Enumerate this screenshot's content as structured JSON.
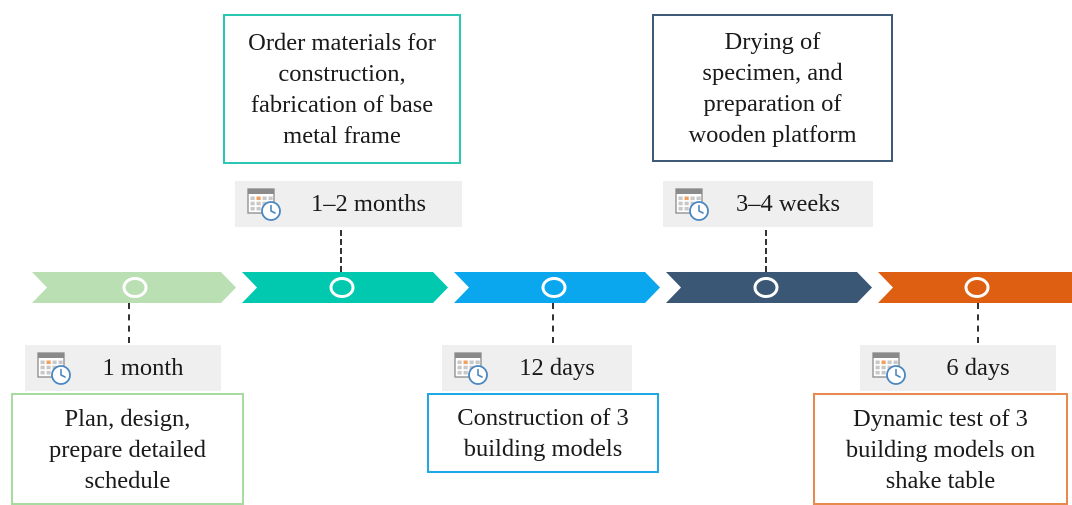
{
  "stages": [
    {
      "id": "plan",
      "color": "#b9dfb3",
      "position": "below",
      "duration": "1 month",
      "description": "Plan, design,\nprepare detailed\nschedule",
      "border_color": "#a8dba0"
    },
    {
      "id": "order",
      "color": "#00c9b0",
      "position": "above",
      "duration": "1–2 months",
      "description": "Order materials for\nconstruction,\nfabrication of base\nmetal frame",
      "border_color": "#2cc7b3"
    },
    {
      "id": "construction",
      "color": "#0aa6ee",
      "position": "below",
      "duration": "12 days",
      "description": "Construction of 3\nbuilding models",
      "border_color": "#1ea8e6"
    },
    {
      "id": "drying",
      "color": "#3a5876",
      "position": "above",
      "duration": "3–4 weeks",
      "description": "Drying of\nspecimen, and\npreparation of\nwooden platform",
      "border_color": "#3f5a78"
    },
    {
      "id": "test",
      "color": "#df5f12",
      "position": "below",
      "duration": "6 days",
      "description": "Dynamic test of 3\nbuilding models on\nshake table",
      "border_color": "#e88a4e"
    }
  ],
  "icons": {
    "calendar": "calendar-clock-icon"
  }
}
